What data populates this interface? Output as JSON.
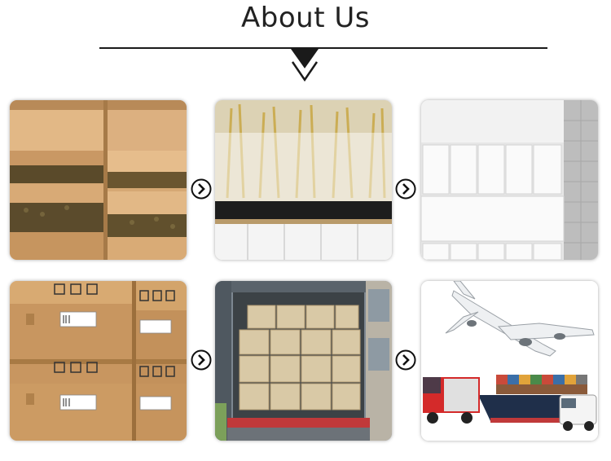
{
  "header": {
    "title": "About Us",
    "pointer_icon": "triangle-down-icon"
  },
  "photos": [
    {
      "id": "seeds-in-cartons",
      "description_icon": "cardboard-box-icon"
    },
    {
      "id": "plants-in-plastic-bags",
      "description_icon": "plant-icon"
    },
    {
      "id": "white-packing-boxes",
      "description_icon": "box-icon"
    },
    {
      "id": "labeled-shipping-cartons",
      "description_icon": "carton-icon"
    },
    {
      "id": "truck-container-loading",
      "description_icon": "truck-icon"
    },
    {
      "id": "transport-modes",
      "description_icon": "airplane-icon"
    }
  ],
  "arrows": [
    "chevron-right-circle-icon",
    "chevron-right-circle-icon",
    "chevron-right-circle-icon",
    "chevron-right-circle-icon"
  ],
  "colors": {
    "rule": "#1a1a1a",
    "cardboard": "#c89a62",
    "truck_red": "#d42a2a"
  }
}
